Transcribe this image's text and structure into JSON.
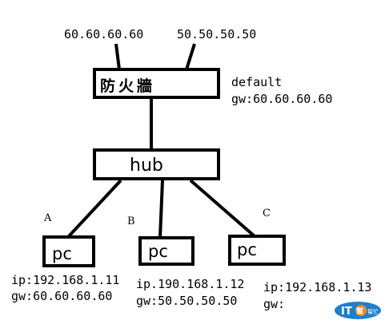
{
  "wan": {
    "left_ip": "60.60.60.60",
    "right_ip": "50.50.50.50"
  },
  "firewall": {
    "label": "防火牆",
    "default_label": "default",
    "gw_line": "gw:60.60.60.60"
  },
  "hub": {
    "label": "hub"
  },
  "pcs": [
    {
      "letter": "A",
      "label": "pc",
      "ip_line": "ip:192.168.1.11",
      "gw_line": "gw:60.60.60.60"
    },
    {
      "letter": "B",
      "label": "pc",
      "ip_line": "ip.190.168.1.12",
      "gw_line": "gw:50.50.50.50"
    },
    {
      "letter": "C",
      "label": "pc",
      "ip_line": "ip:192.168.1.13",
      "gw_line": "gw:"
    }
  ],
  "watermark": {
    "text": "IT幫幫忙",
    "color_blue": "#1e7fd0",
    "color_orange": "#f08a1e"
  }
}
